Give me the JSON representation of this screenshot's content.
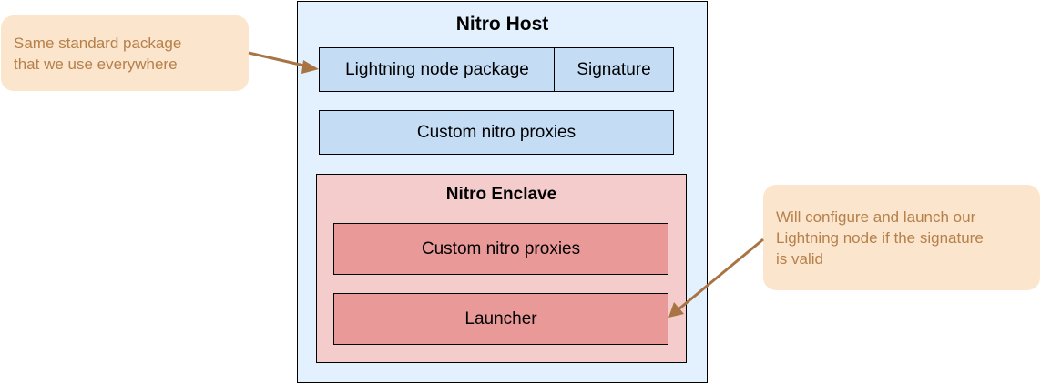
{
  "host": {
    "title": "Nitro Host",
    "package_label": "Lightning node package",
    "signature_label": "Signature",
    "proxies_label": "Custom nitro proxies"
  },
  "enclave": {
    "title": "Nitro Enclave",
    "proxies_label": "Custom nitro proxies",
    "launcher_label": "Launcher"
  },
  "notes": {
    "left": [
      "Same standard package",
      "that we use everywhere"
    ],
    "right": [
      "Will configure and launch our",
      "Lightning node if the signature",
      "is valid"
    ]
  },
  "colors": {
    "host_fill": "#e3f0fd",
    "blue_box": "#c4ddf4",
    "enclave_fill": "#f4cccc",
    "red_box": "#ea9999",
    "note_fill": "#fce5cd",
    "note_text": "#b5804a",
    "arrow": "#a87444"
  }
}
